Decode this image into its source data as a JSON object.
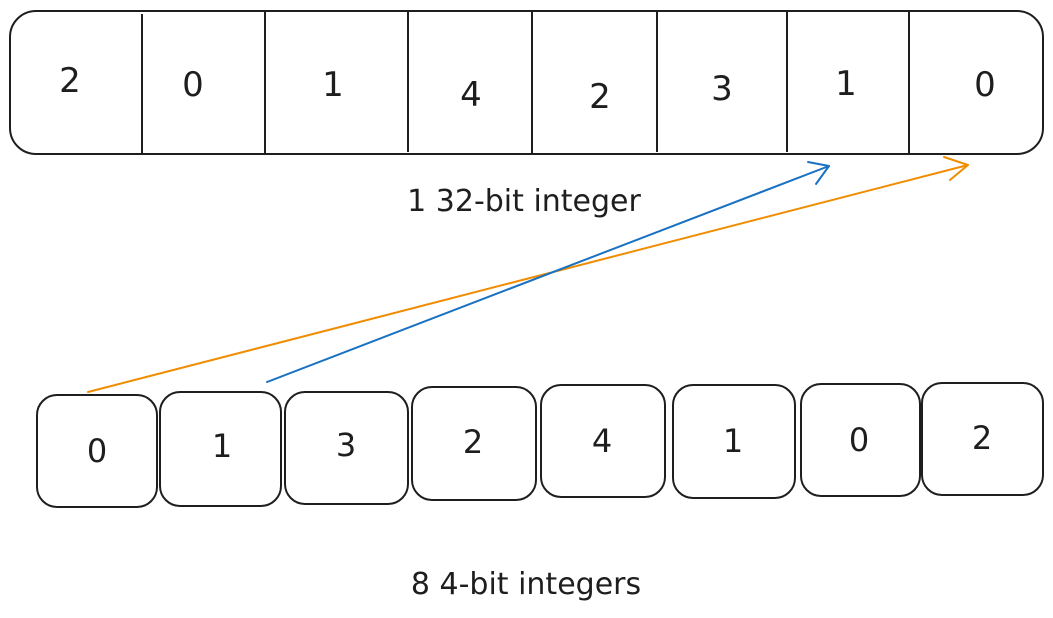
{
  "packed_integer": {
    "caption": "1 32-bit integer",
    "cells": [
      "2",
      "0",
      "1",
      "4",
      "2",
      "3",
      "1",
      "0"
    ]
  },
  "unpacked_integers": {
    "caption": "8 4-bit integers",
    "cells": [
      "0",
      "1",
      "3",
      "2",
      "4",
      "1",
      "0",
      "2"
    ]
  },
  "arrows": [
    {
      "name": "blue-mapping-arrow",
      "color": "#1971c2"
    },
    {
      "name": "orange-mapping-arrow",
      "color": "#f08c00"
    }
  ],
  "colors": {
    "stroke": "#1e1e1e",
    "background": "#ffffff"
  }
}
